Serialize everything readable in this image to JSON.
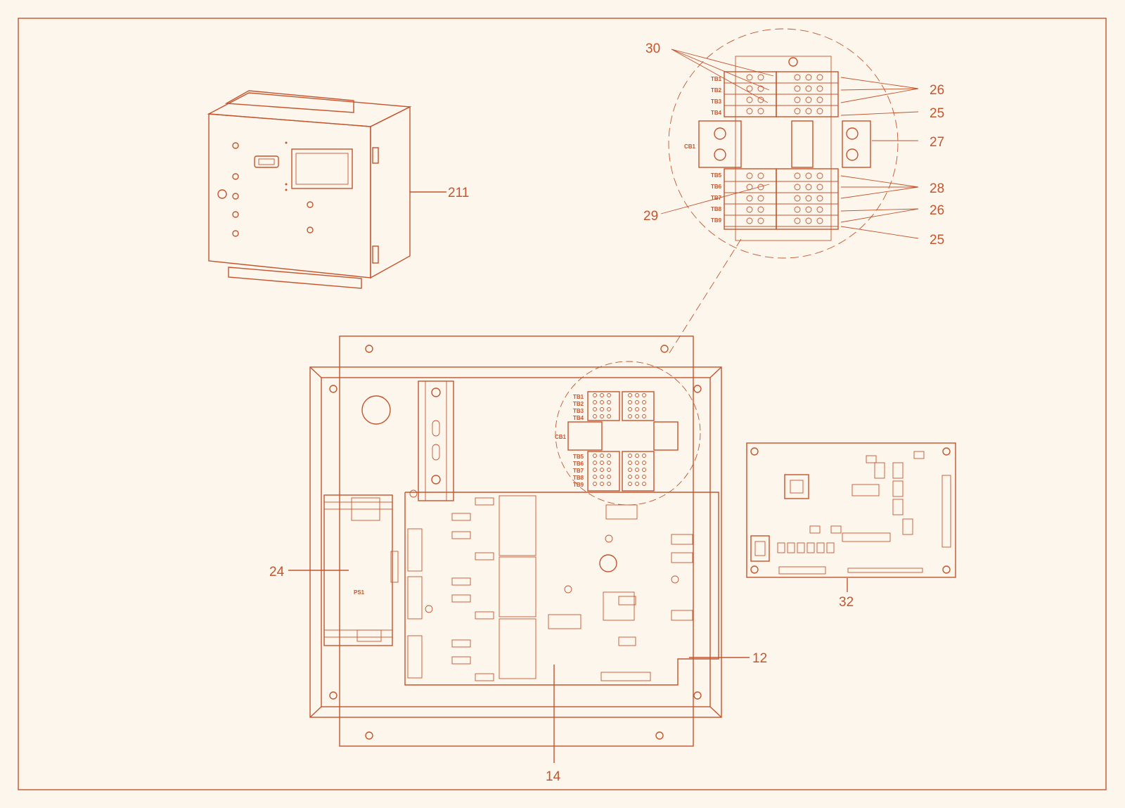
{
  "colors": {
    "line": "#c4552e",
    "background": "#fdf6ec"
  },
  "callouts": {
    "c211": "211",
    "c30": "30",
    "c26a": "26",
    "c25a": "25",
    "c27": "27",
    "c28": "28",
    "c26b": "26",
    "c29": "29",
    "c25b": "25",
    "c24": "24",
    "c12": "12",
    "c14": "14",
    "c32": "32"
  },
  "terminal_labels": {
    "tb1": "TB1",
    "tb2": "TB2",
    "tb3": "TB3",
    "tb4": "TB4",
    "cb1": "CB1",
    "tb5": "TB5",
    "tb6": "TB6",
    "tb7": "TB7",
    "tb8": "TB8",
    "tb9": "TB9"
  },
  "power_supply_label": "PS1"
}
